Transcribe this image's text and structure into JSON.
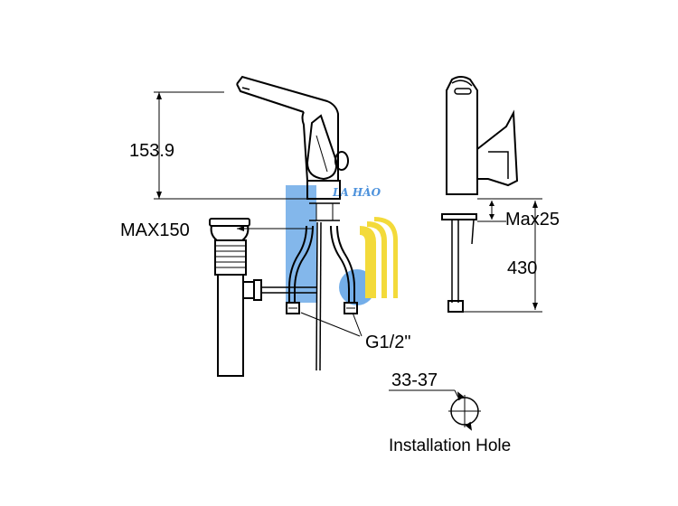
{
  "dimensions": {
    "spout_height": "153.9",
    "max_drain_offset": "MAX150",
    "max_deck_thickness": "Max25",
    "supply_hose_length": "430",
    "connector_thread": "G1/2\"",
    "hole_diameter_range": "33-37"
  },
  "captions": {
    "installation_hole": "Installation Hole"
  },
  "watermark": {
    "text": "LA HÀO"
  },
  "colors": {
    "line": "#000000",
    "watermark_blue": "#3d8fe0",
    "watermark_yellow": "#f2d418",
    "watermark_text": "#2f7fd6"
  }
}
